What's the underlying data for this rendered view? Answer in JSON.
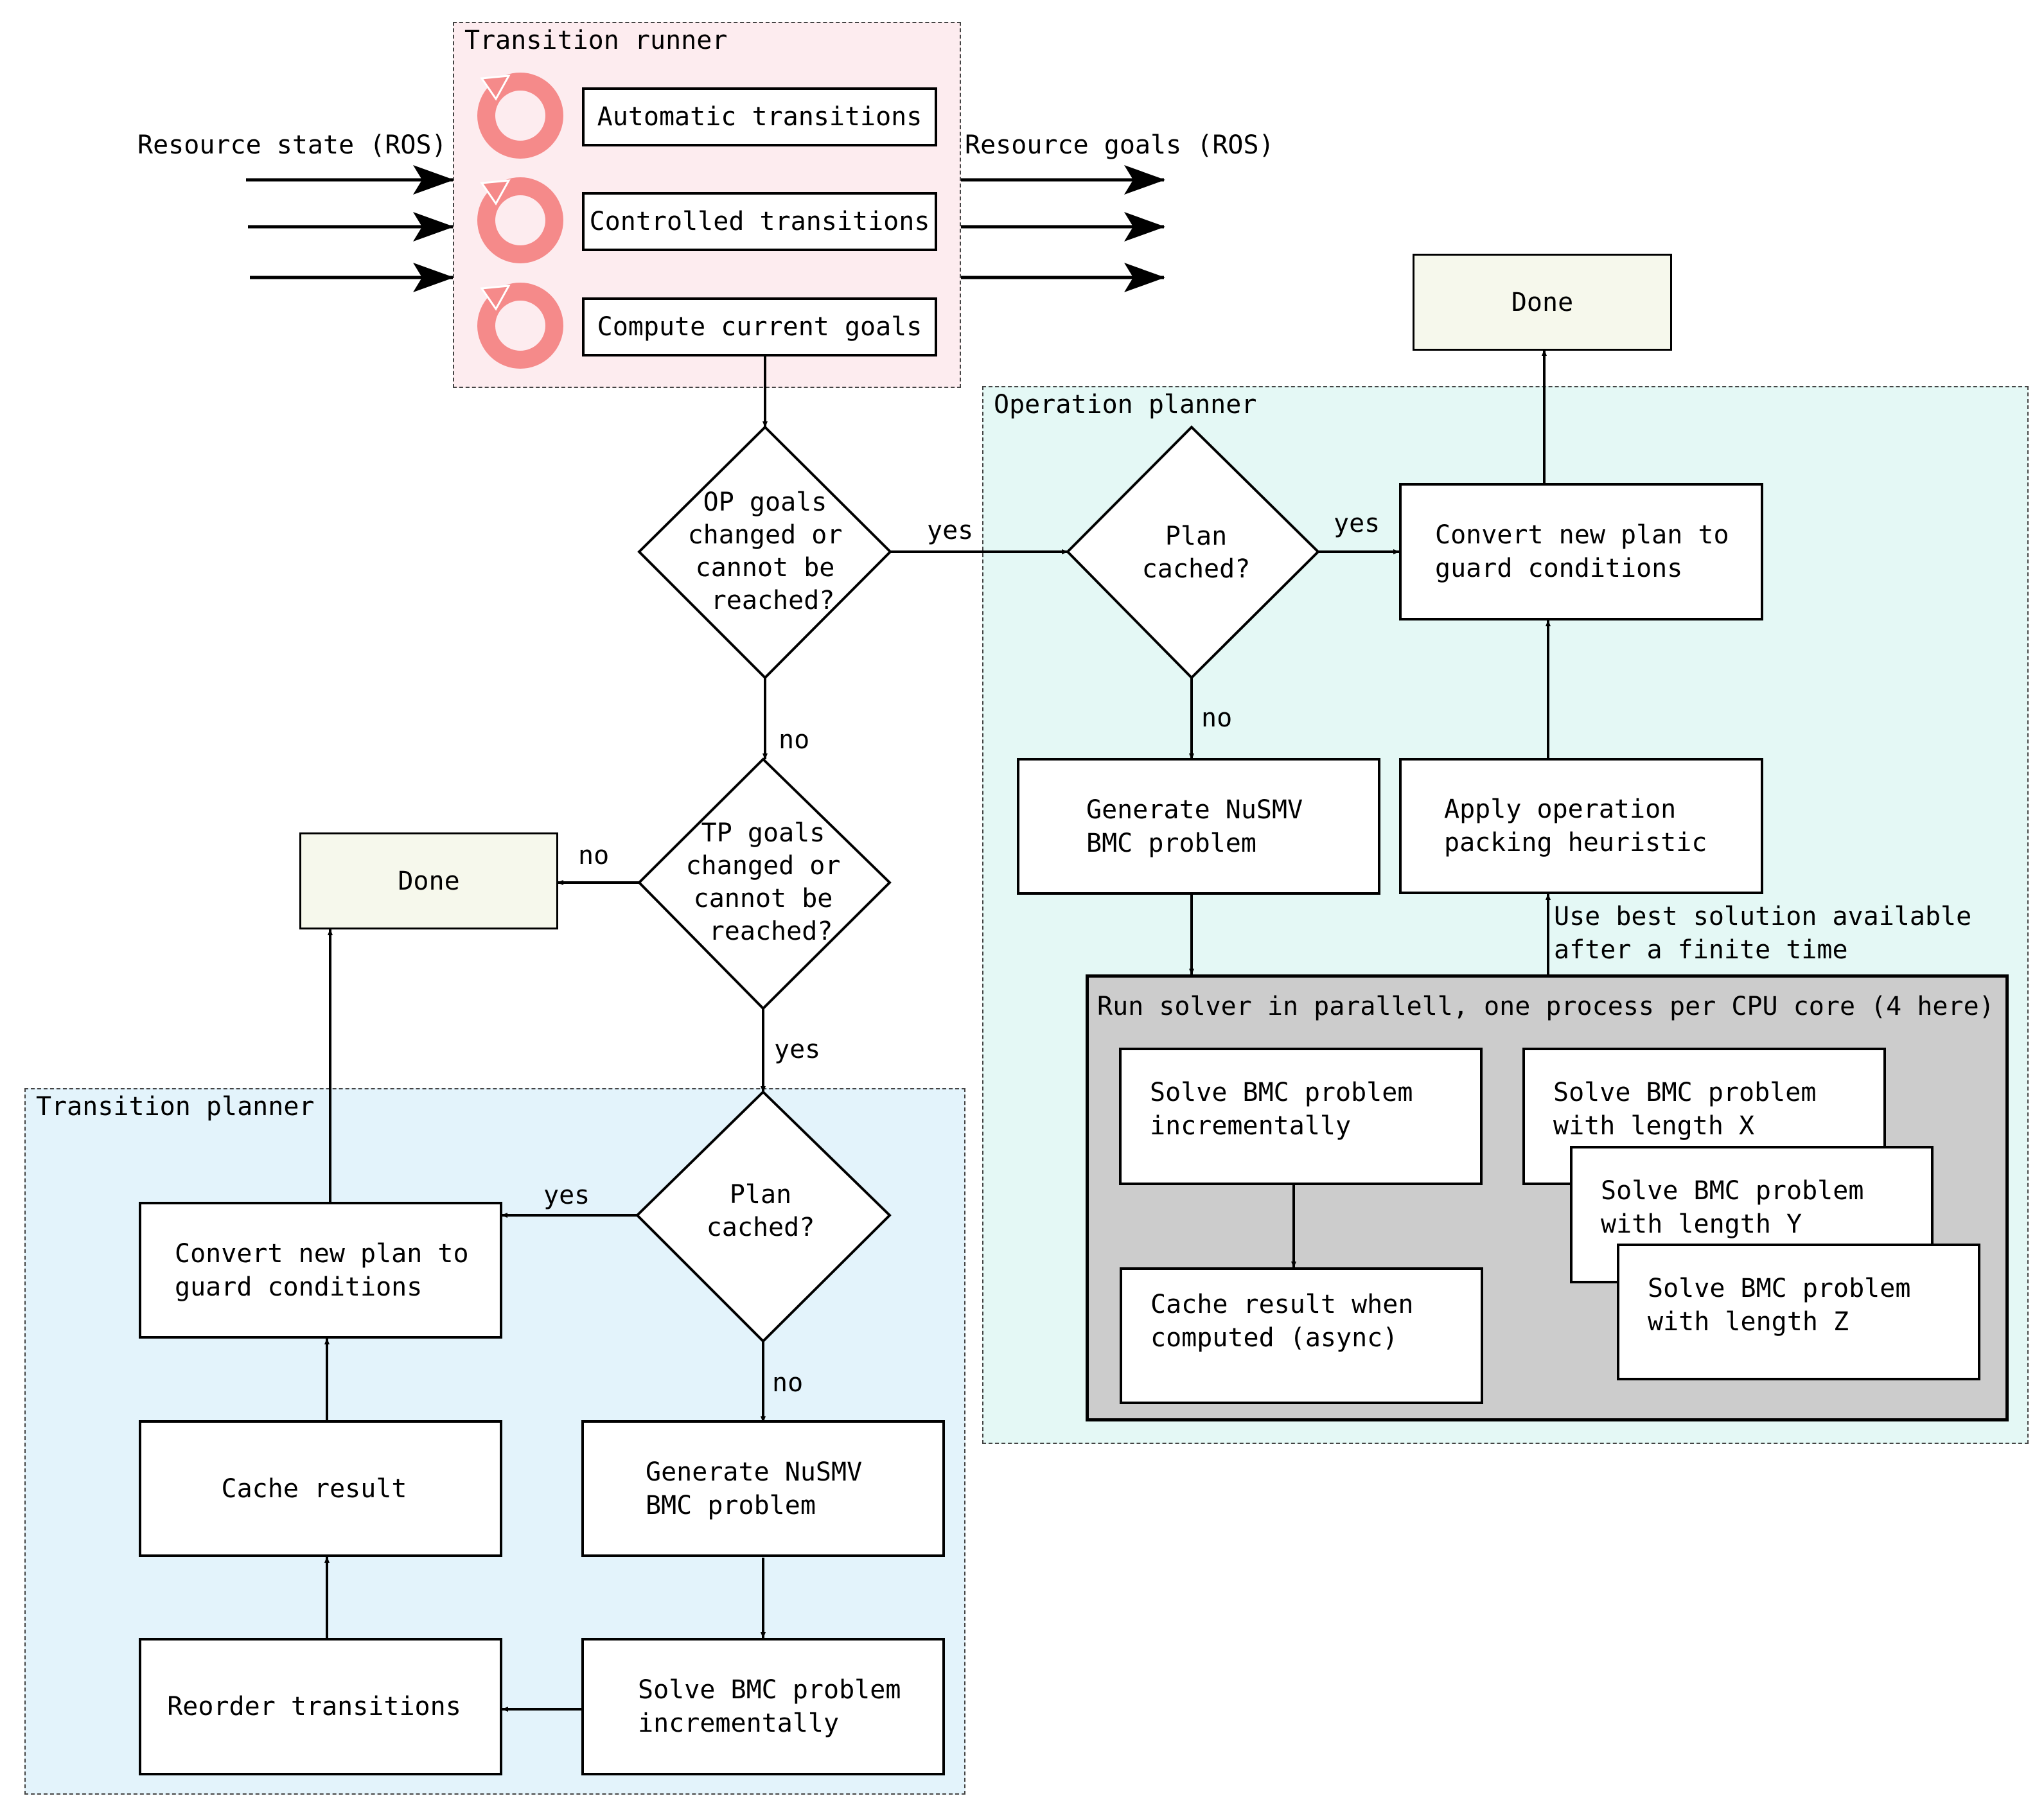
{
  "regions": {
    "transition_runner": "Transition runner",
    "operation_planner": "Operation planner",
    "transition_planner": "Transition planner"
  },
  "io": {
    "resource_state": "Resource state (ROS)",
    "resource_goals": "Resource goals (ROS)"
  },
  "runner": {
    "automatic": "Automatic transitions",
    "controlled": "Controlled transitions",
    "compute_goals": "Compute current goals"
  },
  "decisions": {
    "op_goals": "OP goals\nchanged or\ncannot be\n reached?",
    "tp_goals": "TP goals\nchanged or\ncannot be\n reached?",
    "op_plan_cached": "Plan\ncached?",
    "tp_plan_cached": "Plan\ncached?"
  },
  "edge_labels": {
    "op_goals_yes": "yes",
    "op_goals_no": "no",
    "tp_goals_no": "no",
    "tp_goals_yes": "yes",
    "op_cached_yes": "yes",
    "op_cached_no": "no",
    "tp_cached_yes": "yes",
    "tp_cached_no": "no"
  },
  "done_labels": {
    "top_right": "Done",
    "left": "Done"
  },
  "operation_planner": {
    "convert": "Convert new plan to\nguard conditions",
    "generate": "Generate NuSMV\nBMC problem",
    "apply_heuristic": "Apply operation\npacking heuristic",
    "best_solution": "Use best solution available\nafter a finite time",
    "solver_title": "Run solver in parallell, one process per CPU core (4 here)",
    "solve_incremental": "Solve BMC problem\nincrementally",
    "cache_async": "Cache result when\ncomputed (async)",
    "solve_x": "Solve BMC problem\nwith length X",
    "solve_y": "Solve BMC problem\nwith length Y",
    "solve_z": "Solve BMC problem\nwith length Z"
  },
  "transition_planner": {
    "convert": "Convert new plan to\nguard conditions",
    "cache_result": "Cache result",
    "reorder": "Reorder transitions",
    "generate": "Generate NuSMV\nBMC problem",
    "solve_incremental": "Solve BMC problem\nincrementally"
  },
  "colors": {
    "runner_bg": "#fdecef",
    "operation_bg": "#e4f8f5",
    "transition_bg": "#e3f3fb",
    "solver_bg": "#cccccc",
    "done_bg": "#f6f8ec",
    "cycle_icon": "#f58a8a"
  },
  "icons": [
    "cycle-icon",
    "cycle-icon",
    "cycle-icon"
  ]
}
